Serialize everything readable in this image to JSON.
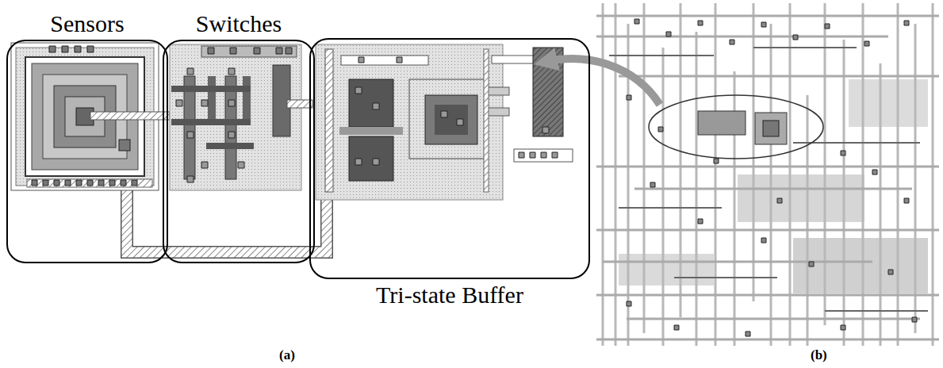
{
  "diagram": {
    "nodes": [
      {
        "text": [
          "Sensors"
        ]
      },
      {
        "text": [
          "Switches"
        ]
      },
      {
        "text": [
          "Tri-state Buffer"
        ]
      }
    ],
    "labels": [
      "(a)",
      "(b)"
    ]
  }
}
